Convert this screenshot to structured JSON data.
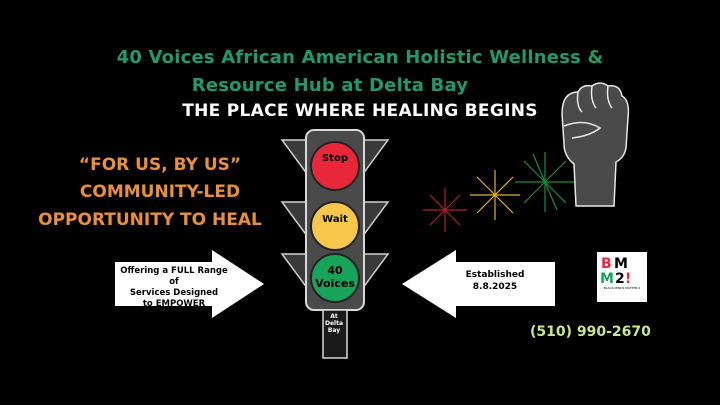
{
  "header": {
    "title_line1": "40 Voices  African American Holistic Wellness &",
    "title_line2": "Resource Hub at Delta Bay",
    "tagline": "THE PLACE WHERE HEALING BEGINS"
  },
  "slogan": {
    "line1": "“FOR US, BY US”",
    "line2": "COMMUNITY-LED",
    "line3": "OPPORTUNITY TO HEAL"
  },
  "traffic_light": {
    "stop": "Stop",
    "wait": "Wait",
    "go_line1": "40",
    "go_line2": "Voices",
    "pole_line1": "At",
    "pole_line2": "Delta",
    "pole_line3": "Bay"
  },
  "left_arrow": {
    "line1": "Offering a FULL Range of",
    "line2": "Services Designed",
    "line3": "to EMPOWER"
  },
  "right_arrow": {
    "line1": "Established",
    "line2": "8.8.2025"
  },
  "phone": "(510) 990-2670",
  "logo": {
    "letters": [
      "B",
      "M",
      "M",
      "2",
      "!"
    ],
    "tagline": "BLACK MINDS MATTER 2"
  },
  "icons": {
    "fist": "raised-fist-icon",
    "fireworks": "fireworks-icon"
  },
  "colors": {
    "title_green": "#1f9a6a",
    "slogan_orange": "#e8903a",
    "phone_green": "#c7e88a",
    "stop_red": "#e8273a",
    "wait_yellow": "#f7c64a",
    "go_green": "#18a35a"
  }
}
